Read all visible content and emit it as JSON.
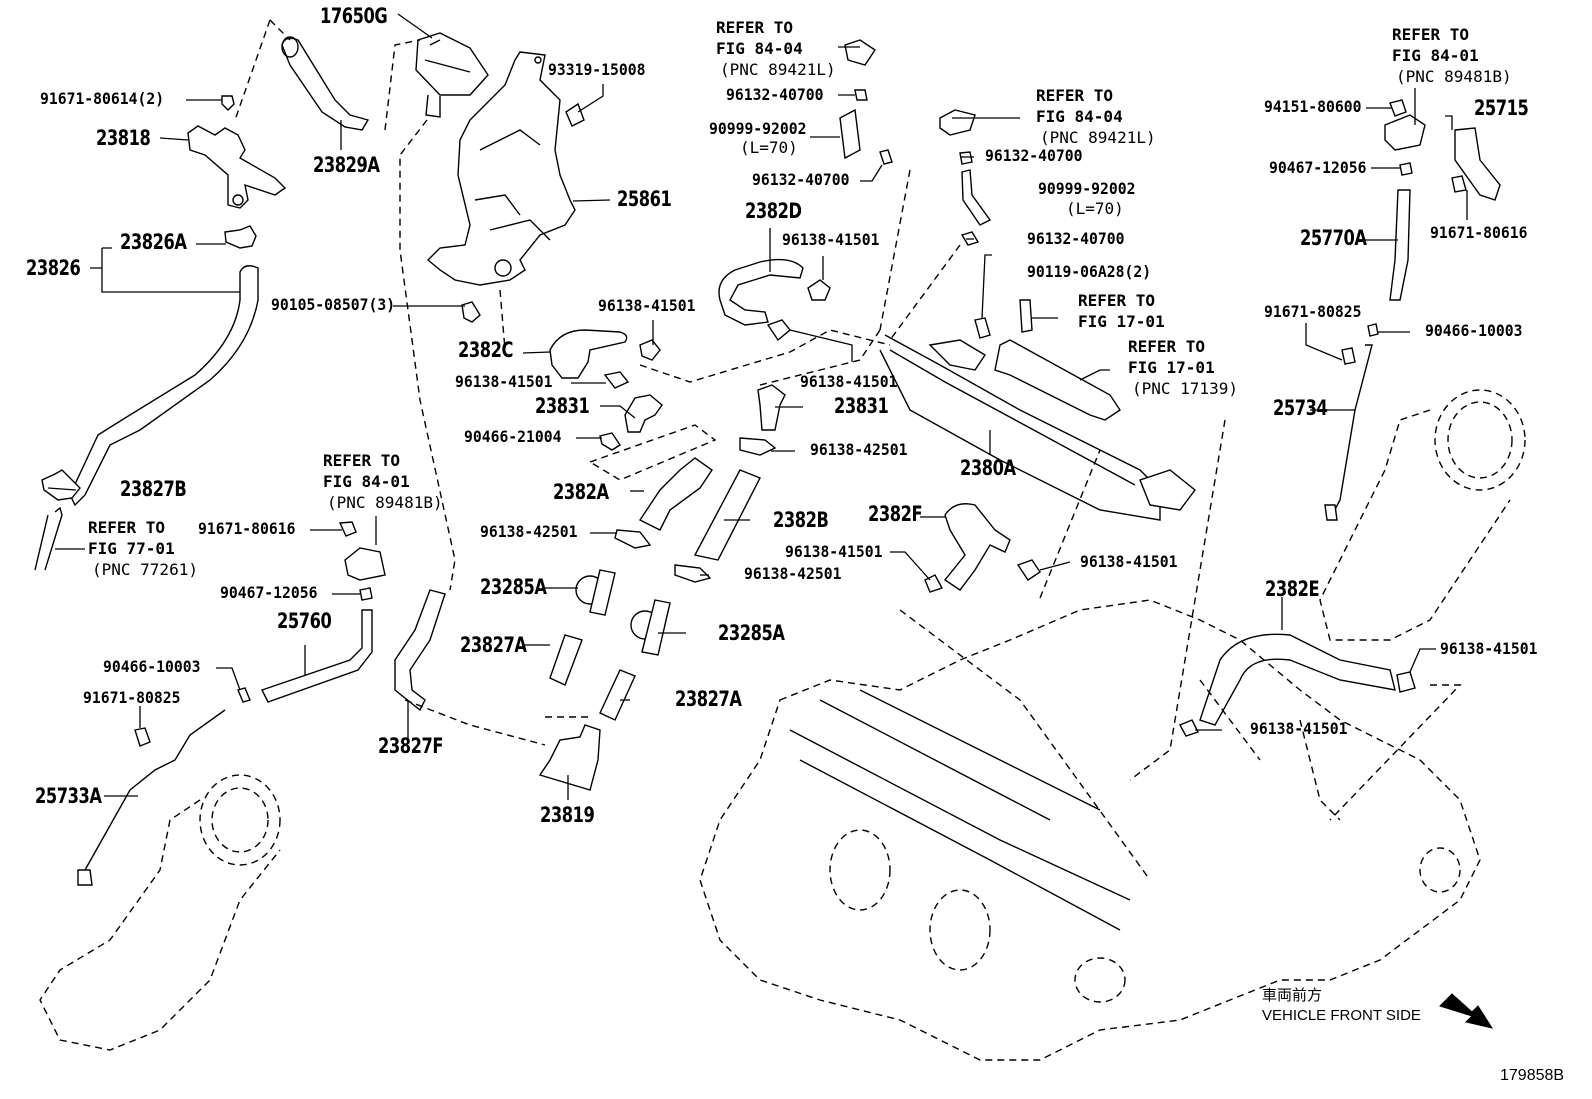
{
  "figure": {
    "id": "179858B",
    "direction_label_jp": "車両前方",
    "direction_label_en": "VEHICLE FRONT SIDE"
  },
  "parts": [
    {
      "key": "p17650g",
      "number": "17650G"
    },
    {
      "key": "p91671_80614",
      "number": "91671-80614(2)"
    },
    {
      "key": "p23818",
      "number": "23818"
    },
    {
      "key": "p23829a",
      "number": "23829A"
    },
    {
      "key": "p93319",
      "number": "93319-15008"
    },
    {
      "key": "p25861",
      "number": "25861"
    },
    {
      "key": "p23826a",
      "number": "23826A"
    },
    {
      "key": "p23826",
      "number": "23826"
    },
    {
      "key": "p90105",
      "number": "90105-08507(3)"
    },
    {
      "key": "p2382c",
      "number": "2382C"
    },
    {
      "key": "p96138_a",
      "number": "96138-41501"
    },
    {
      "key": "p96138_b",
      "number": "96138-41501"
    },
    {
      "key": "p23831_l",
      "number": "23831"
    },
    {
      "key": "p90466_21004",
      "number": "90466-21004"
    },
    {
      "key": "p23827b",
      "number": "23827B"
    },
    {
      "key": "p96132_a",
      "number": "96132-40700"
    },
    {
      "key": "p90999_a",
      "number": "90999-92002"
    },
    {
      "key": "p96132_b",
      "number": "96132-40700"
    },
    {
      "key": "p2382d",
      "number": "2382D"
    },
    {
      "key": "p96138_c",
      "number": "96138-41501"
    },
    {
      "key": "p96138_d",
      "number": "96138-41501"
    },
    {
      "key": "p23831_r",
      "number": "23831"
    },
    {
      "key": "p96138_42501_a",
      "number": "96138-42501"
    },
    {
      "key": "p2382a",
      "number": "2382A"
    },
    {
      "key": "p2382b",
      "number": "2382B"
    },
    {
      "key": "p96138_42501_b",
      "number": "96138-42501"
    },
    {
      "key": "p96138_42501_c",
      "number": "96138-42501"
    },
    {
      "key": "p23285a_l",
      "number": "23285A"
    },
    {
      "key": "p23285a_r",
      "number": "23285A"
    },
    {
      "key": "p23827a_l",
      "number": "23827A"
    },
    {
      "key": "p23827a_r",
      "number": "23827A"
    },
    {
      "key": "p23819",
      "number": "23819"
    },
    {
      "key": "p23827f",
      "number": "23827F"
    },
    {
      "key": "p91671_80616_l",
      "number": "91671-80616"
    },
    {
      "key": "p90467_l",
      "number": "90467-12056"
    },
    {
      "key": "p25760",
      "number": "25760"
    },
    {
      "key": "p90466_10003_l",
      "number": "90466-10003"
    },
    {
      "key": "p91671_80825_l",
      "number": "91671-80825"
    },
    {
      "key": "p25733a",
      "number": "25733A"
    },
    {
      "key": "p96132_c",
      "number": "96132-40700"
    },
    {
      "key": "p90999_b",
      "number": "90999-92002"
    },
    {
      "key": "p96132_d",
      "number": "96132-40700"
    },
    {
      "key": "p90119",
      "number": "90119-06A28(2)"
    },
    {
      "key": "p2380a",
      "number": "2380A"
    },
    {
      "key": "p2382f",
      "number": "2382F"
    },
    {
      "key": "p96138_e",
      "number": "96138-41501"
    },
    {
      "key": "p96138_f",
      "number": "96138-41501"
    },
    {
      "key": "p94151",
      "number": "94151-80600"
    },
    {
      "key": "p25715",
      "number": "25715"
    },
    {
      "key": "p90467_r",
      "number": "90467-12056"
    },
    {
      "key": "p91671_80616_r",
      "number": "91671-80616"
    },
    {
      "key": "p25770a",
      "number": "25770A"
    },
    {
      "key": "p91671_80825_r",
      "number": "91671-80825"
    },
    {
      "key": "p90466_10003_r",
      "number": "90466-10003"
    },
    {
      "key": "p25734",
      "number": "25734"
    },
    {
      "key": "p2382e",
      "number": "2382E"
    },
    {
      "key": "p96138_g",
      "number": "96138-41501"
    },
    {
      "key": "p96138_h",
      "number": "96138-41501"
    }
  ],
  "hose_lengths": {
    "h90999_a": "(L=70)",
    "h90999_b": "(L=70)"
  },
  "references": {
    "ref_84_04_a": {
      "line1": "REFER TO",
      "line2": "FIG 84-04",
      "pnc": "(PNC 89421L)"
    },
    "ref_84_04_b": {
      "line1": "REFER TO",
      "line2": "FIG 84-04",
      "pnc": "(PNC 89421L)"
    },
    "ref_84_01_r": {
      "line1": "REFER TO",
      "line2": "FIG 84-01",
      "pnc": "(PNC 89481B)"
    },
    "ref_84_01_l": {
      "line1": "REFER TO",
      "line2": "FIG 84-01",
      "pnc": "(PNC 89481B)"
    },
    "ref_77_01": {
      "line1": "REFER TO",
      "line2": "FIG 77-01",
      "pnc": "(PNC 77261)"
    },
    "ref_17_01_a": {
      "line1": "REFER TO",
      "line2": "FIG 17-01",
      "pnc": ""
    },
    "ref_17_01_b": {
      "line1": "REFER TO",
      "line2": "FIG 17-01",
      "pnc": "(PNC 17139)"
    }
  }
}
